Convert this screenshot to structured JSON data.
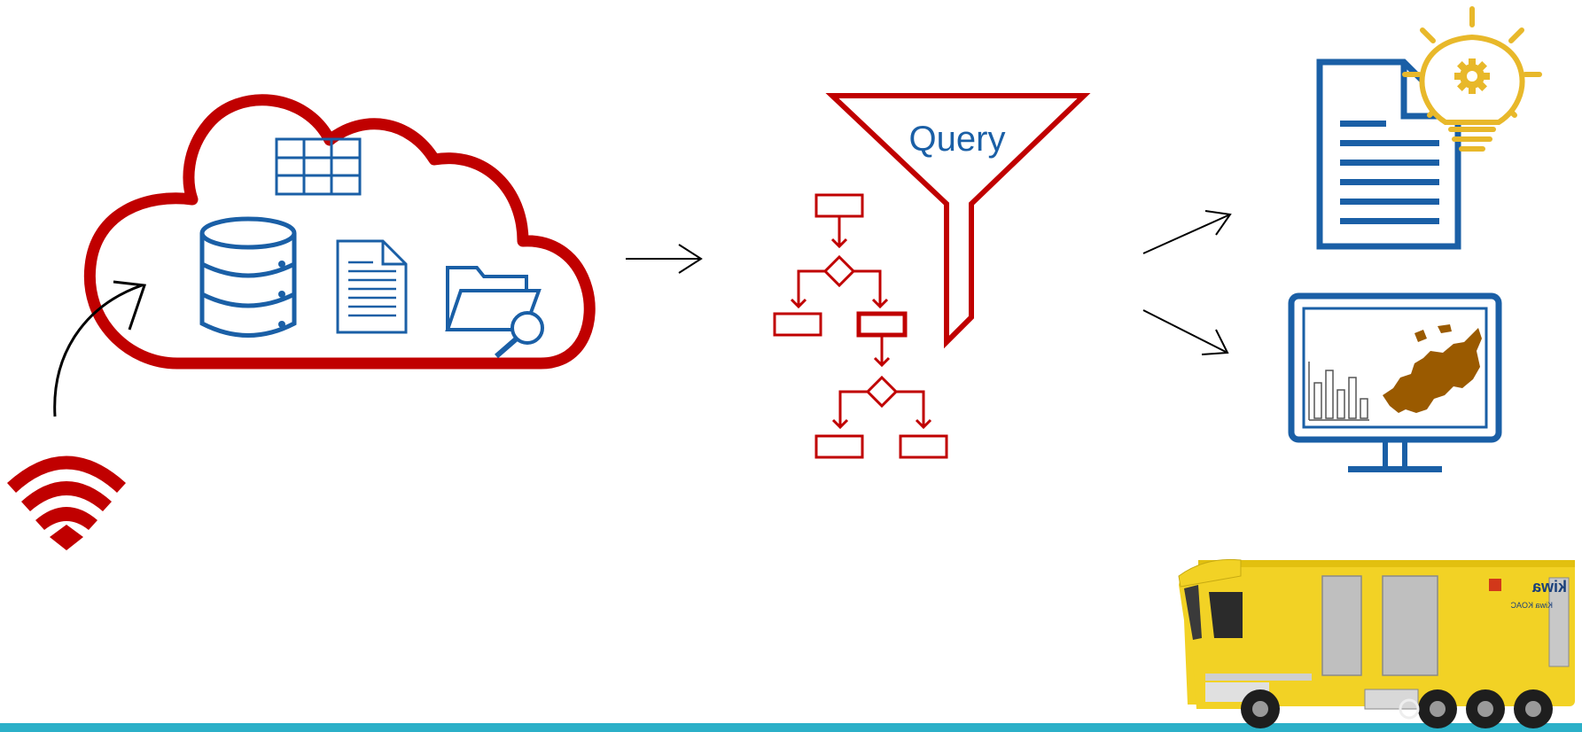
{
  "query_label": "Query",
  "truck": {
    "brand_text": "kiwa",
    "sub_text": "Kiwa KOAC"
  },
  "colors": {
    "red": "#c00000",
    "blue": "#1a5fa6",
    "gold": "#e8b82a",
    "map_brown": "#9a5a00",
    "truck_yellow": "#f2d225",
    "bar_teal": "#2bb0c8",
    "arrow": "#000000"
  }
}
